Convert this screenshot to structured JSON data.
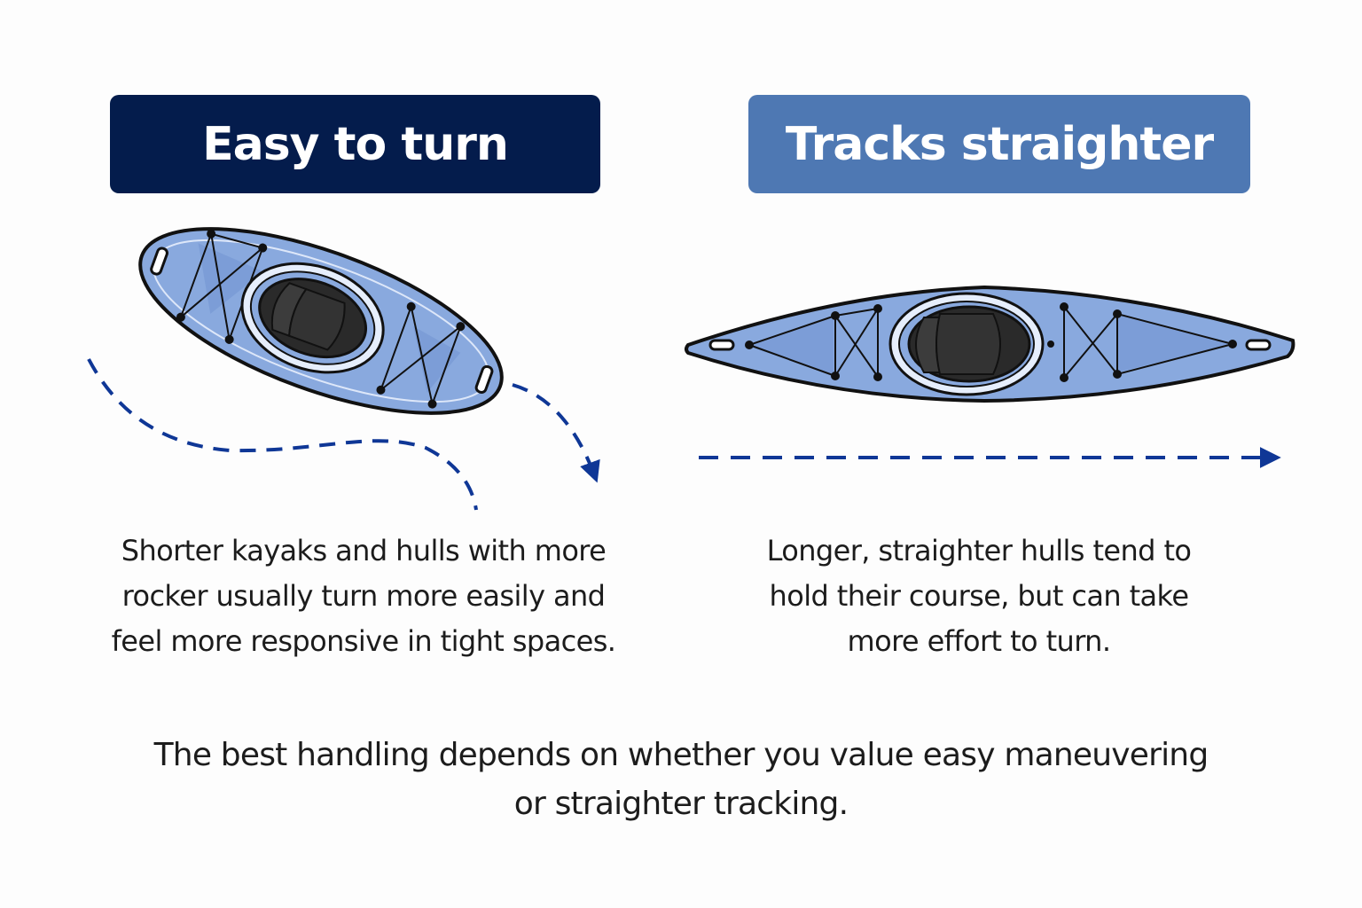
{
  "colors": {
    "navy": "#041c4c",
    "steel_blue": "#4e78b3",
    "hull_fill": "#89a9de",
    "hull_shade": "#7396d2",
    "outline": "#111111",
    "path_blue": "#0f3796",
    "text": "#1c1c1c"
  },
  "left_panel": {
    "heading": "Easy to turn",
    "description_lines": [
      "Shorter kayaks and hulls with more",
      "rocker usually turn more easily and",
      "feel more responsive in tight spaces."
    ],
    "kayak_icon": "short-rockered-kayak-icon",
    "path_icon": "curving-path-arrow-icon"
  },
  "right_panel": {
    "heading": "Tracks straighter",
    "description_lines": [
      "Longer, straighter hulls tend to",
      "hold their course, but can take",
      "more effort to turn."
    ],
    "kayak_icon": "long-straight-kayak-icon",
    "path_icon": "straight-path-arrow-icon"
  },
  "summary_lines": [
    "The best handling depends on whether you value easy maneuvering",
    "or straighter tracking."
  ]
}
